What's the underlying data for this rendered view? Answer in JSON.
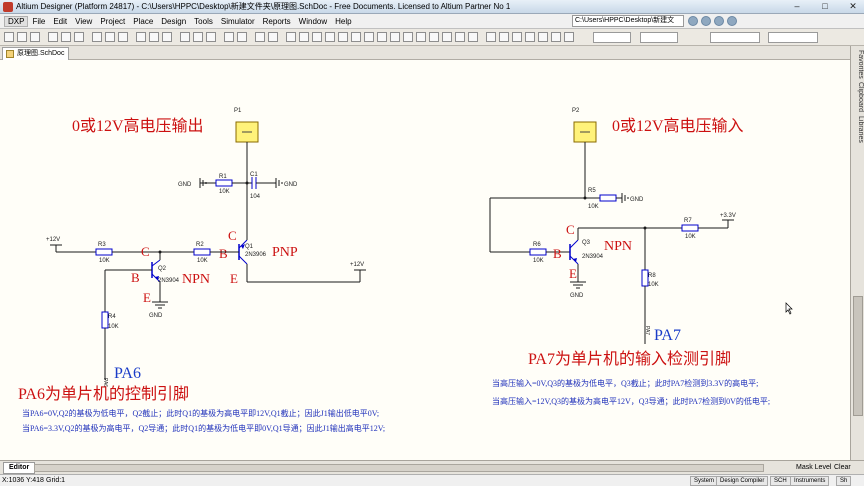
{
  "window": {
    "title": "Altium Designer (Platform 24817) - C:\\Users\\HPPC\\Desktop\\新建文件夹\\原理图.SchDoc - Free Documents. Licensed to Altium Partner No 1",
    "minimize": "–",
    "maximize": "□",
    "close": "✕"
  },
  "menu": {
    "dxp": "DXP",
    "items": [
      "File",
      "Edit",
      "View",
      "Project",
      "Place",
      "Design",
      "Tools",
      "Simulator",
      "Reports",
      "Window",
      "Help"
    ],
    "path": "C:\\Users\\HPPC\\Desktop\\新建文"
  },
  "doc_tab": {
    "label": "原理图.SchDoc"
  },
  "side_panel": {
    "tabs": [
      "Favorites",
      "Clipboard",
      "Libraries"
    ]
  },
  "editor": {
    "tab": "Editor",
    "mask_level": "Mask Level",
    "clear": "Clear"
  },
  "status": {
    "coords": "X:1036 Y:418",
    "grid": "Grid:1",
    "buttons": [
      "System",
      "Design Compiler",
      "SCH",
      "Instruments",
      "Sh"
    ]
  },
  "schematic": {
    "left": {
      "heading": "0或12V高电压输出",
      "connector": "P1",
      "r1": {
        "name": "R1",
        "value": "10K"
      },
      "c1": {
        "name": "C1",
        "value": "104"
      },
      "gnd1": "GND",
      "gnd2": "GND",
      "r2": {
        "name": "R2",
        "value": "10K"
      },
      "r3": {
        "name": "R3",
        "value": "10K"
      },
      "r4": {
        "name": "R4",
        "value": "10K"
      },
      "q1": {
        "name": "Q1",
        "part": "2N3906"
      },
      "q2": {
        "name": "Q2",
        "part": "2N3904"
      },
      "vcc_left": "+12V",
      "vcc_right": "+12V",
      "gnd_q2": "GND",
      "label_c_q1": "C",
      "label_b_q1": "B",
      "label_e_q1": "E",
      "label_pnp": "PNP",
      "label_c_q2": "C",
      "label_b_q2": "B",
      "label_e_q2": "E",
      "label_npn": "NPN",
      "port": "PA6",
      "port_net": "PA6",
      "caption": "PA6为单片机的控制引脚",
      "note1": "当PA6=0V,Q2的基极为低电平，Q2截止；此时Q1的基极为高电平即12V,Q1截止；因此J1输出低电平0V;",
      "note2": "当PA6=3.3V,Q2的基极为高电平，Q2导通；此时Q1的基极为低电平即0V,Q1导通；因此J1输出高电平12V;"
    },
    "right": {
      "heading": "0或12V高电压输入",
      "connector": "P2",
      "r5": {
        "name": "R5",
        "value": "10K"
      },
      "r6": {
        "name": "R6",
        "value": "10K"
      },
      "r7": {
        "name": "R7",
        "value": "10K"
      },
      "r8": {
        "name": "R8",
        "value": "10K"
      },
      "q3": {
        "name": "Q3",
        "part": "2N3904"
      },
      "gnd_r5": "GND",
      "gnd_q3": "GND",
      "vcc": "+3.3V",
      "label_c": "C",
      "label_b": "B",
      "label_e": "E",
      "label_npn": "NPN",
      "port": "PA7",
      "port_net": "PA7",
      "caption": "PA7为单片机的输入检测引脚",
      "note1": "当高压输入=0V,Q3的基极为低电平，Q3截止；此时PA7检测到3.3V的高电平;",
      "note2": "当高压输入=12V,Q3的基极为高电平12V，Q3导通；此时PA7检测到0V的低电平;"
    }
  },
  "colors": {
    "wire": "#1a1a1a",
    "component": "#0000cc",
    "designator": "#222222",
    "red_text": "#cc1111",
    "port_blue": "#1a3cc8",
    "note_blue": "#2233bb",
    "connector_fill": "#fff27a",
    "resistor_fill": "#ffffff"
  }
}
